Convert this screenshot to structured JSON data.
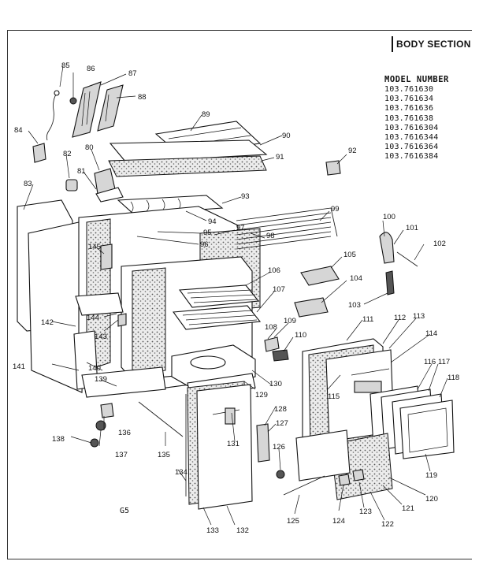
{
  "section_title": "BODY SECTION",
  "model_number_header": "MODEL NUMBER",
  "model_numbers": [
    "103.761630",
    "103.761634",
    "103.761636",
    "103.761638",
    "103.7616304",
    "103.7616344",
    "103.7616364",
    "103.7616384"
  ],
  "page_code": "G5",
  "part_numbers": [
    "80",
    "81",
    "82",
    "83",
    "84",
    "85",
    "86",
    "87",
    "88",
    "89",
    "90",
    "91",
    "92",
    "93",
    "94",
    "95",
    "96",
    "97",
    "98",
    "99",
    "100",
    "101",
    "102",
    "103",
    "104",
    "105",
    "106",
    "107",
    "108",
    "109",
    "110",
    "111",
    "112",
    "113",
    "114",
    "115",
    "116",
    "117",
    "118",
    "119",
    "120",
    "121",
    "122",
    "123",
    "124",
    "125",
    "126",
    "127",
    "128",
    "129",
    "130",
    "131",
    "132",
    "133",
    "134",
    "135",
    "136",
    "137",
    "138",
    "139",
    "140",
    "141",
    "142",
    "143",
    "144",
    "145"
  ]
}
